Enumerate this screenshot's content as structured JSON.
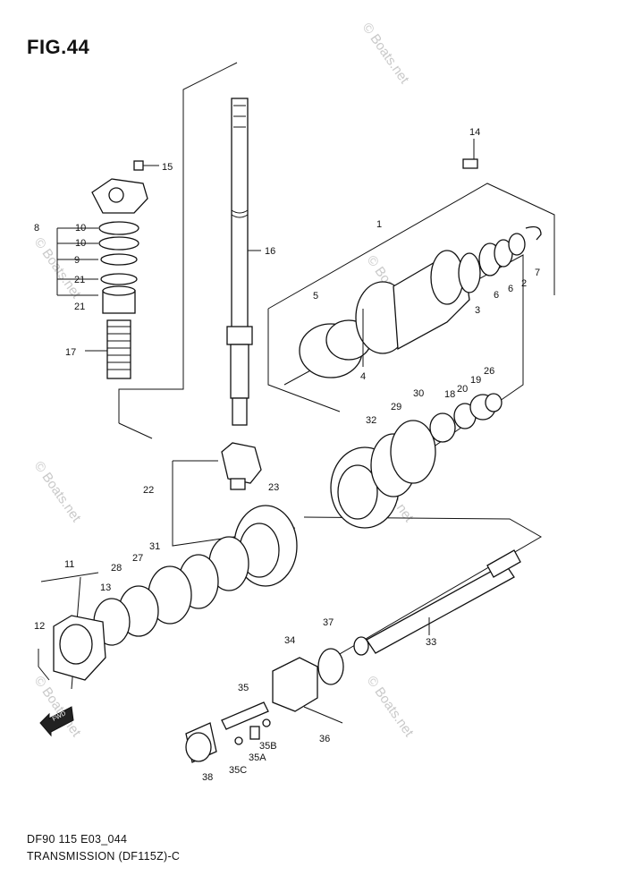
{
  "figure_label": "FIG.44",
  "footer": {
    "code": "DF90 115 E03_044",
    "title": "TRANSMISSION (DF115Z)-C"
  },
  "watermark": "© Boats.net",
  "fwd_label": "FWD",
  "callouts": {
    "c1": "1",
    "c2": "2",
    "c3": "3",
    "c4": "4",
    "c5": "5",
    "c6": "6",
    "c7": "7",
    "c8": "8",
    "c9": "9",
    "c10a": "10",
    "c10b": "10",
    "c11": "11",
    "c12": "12",
    "c13": "13",
    "c14": "14",
    "c15": "15",
    "c16": "16",
    "c17": "17",
    "c18": "18",
    "c19": "19",
    "c20": "20",
    "c21a": "21",
    "c21b": "21",
    "c22": "22",
    "c23": "23",
    "c26": "26",
    "c27": "27",
    "c28": "28",
    "c29": "29",
    "c30": "30",
    "c31": "31",
    "c32": "32",
    "c33": "33",
    "c34": "34",
    "c35": "35",
    "c35a": "35A",
    "c35b": "35B",
    "c35c": "35C",
    "c36": "36",
    "c37": "37",
    "c38": "38"
  }
}
